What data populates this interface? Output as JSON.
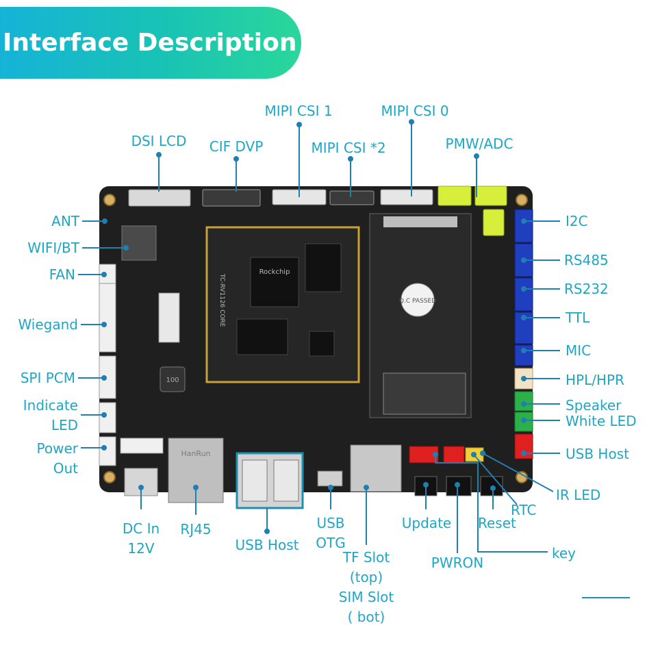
{
  "header": {
    "title": "Interface Description"
  },
  "colors": {
    "accent_text": "#1ea6c4",
    "leader": "#1e7fb0",
    "board": "#1f1f1f",
    "banner_start": "#16b3d6",
    "banner_end": "#2ad79a"
  },
  "labels": {
    "dsi_lcd": "DSI LCD",
    "cif_dvp": "CIF DVP",
    "mipi_csi_1": "MIPI CSI 1",
    "mipi_csi_2": "MIPI CSI *2",
    "mipi_csi_0": "MIPI CSI 0",
    "pmw_adc": "PMW/ADC",
    "ant": "ANT",
    "wifi_bt": "WIFI/BT",
    "fan": "FAN",
    "wiegand": "Wiegand",
    "spi_pcm": "SPI PCM",
    "indicate_led": "Indicate\nLED",
    "power_out": "Power\nOut",
    "i2c": "I2C",
    "rs485": "RS485",
    "rs232": "RS232",
    "ttl": "TTL",
    "mic": "MIC",
    "hpl_hpr": "HPL/HPR",
    "speaker": "Speaker",
    "white_led": "White LED",
    "usb_host_right": "USB Host",
    "ir_led": "IR LED",
    "rtc": "RTC",
    "reset": "Reset",
    "key": "key",
    "pwron": "PWRON",
    "update": "Update",
    "tf_sim_slot": "TF Slot\n(top)\nSIM Slot\n( bot)",
    "usb_otg": "USB\nOTG",
    "usb_host_bottom": "USB Host",
    "rj45": "RJ45",
    "dc_in": "DC In\n12V"
  },
  "board": {
    "chip_brand": "Rockchip",
    "core_label": "TC-RV1126 CORE",
    "qc_stamp": "Q.C PASSED",
    "coil_marking": "100",
    "ethernet_brand": "HanRun"
  }
}
